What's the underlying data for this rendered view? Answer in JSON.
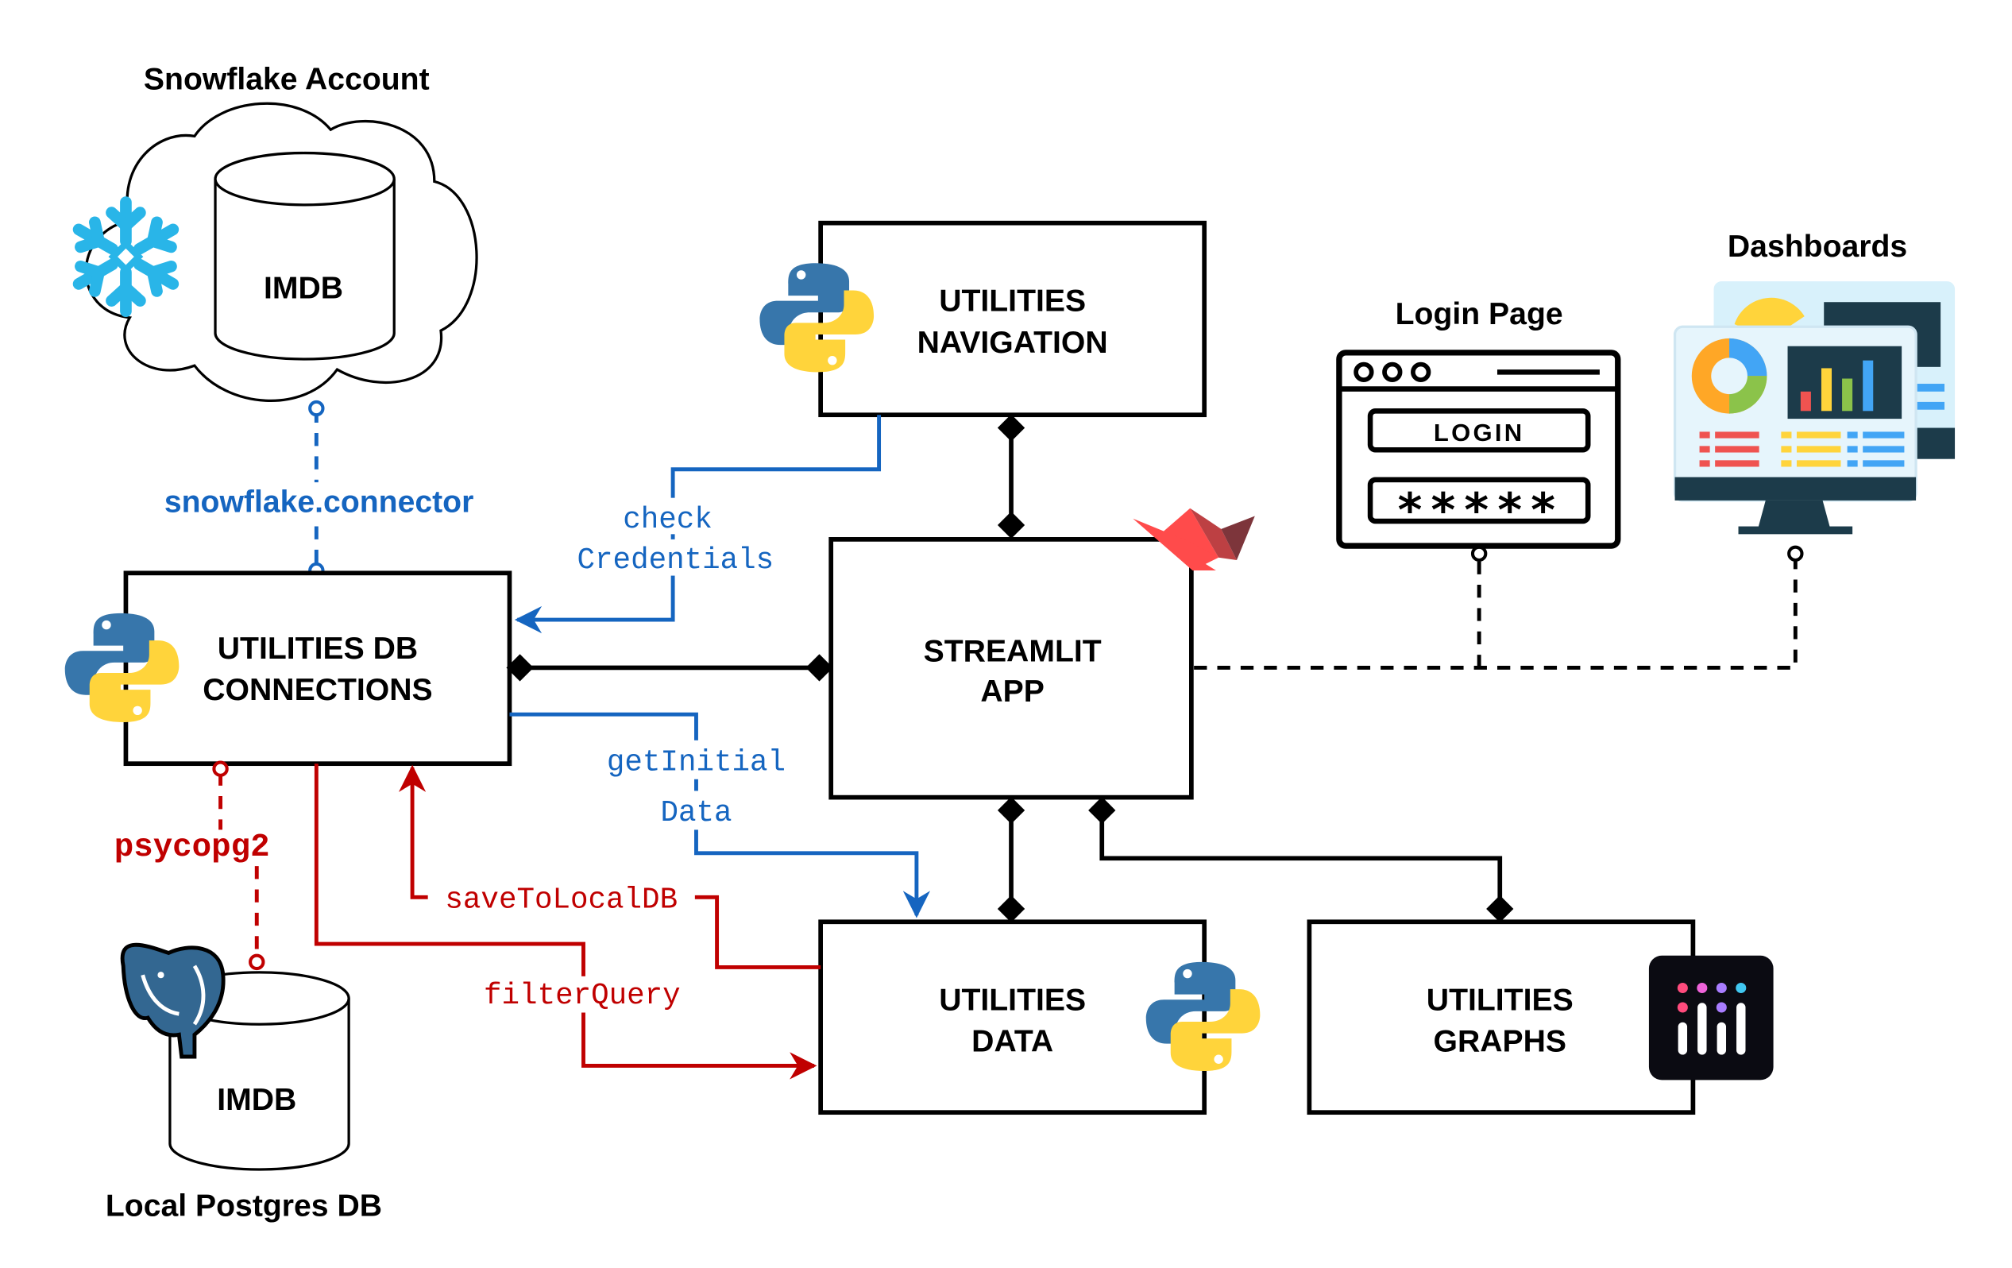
{
  "snowflake": {
    "title": "Snowflake Account",
    "db_label": "IMDB"
  },
  "postgres": {
    "title": "Local Postgres DB",
    "db_label": "IMDB"
  },
  "boxes": {
    "navigation": {
      "line1": "UTILITIES",
      "line2": "NAVIGATION"
    },
    "db_connections": {
      "line1": "UTILITIES DB",
      "line2": "CONNECTIONS"
    },
    "streamlit": {
      "line1": "STREAMLIT",
      "line2": "APP"
    },
    "data": {
      "line1": "UTILITIES",
      "line2": "DATA"
    },
    "graphs": {
      "line1": "UTILITIES",
      "line2": "GRAPHS"
    }
  },
  "login_page": {
    "title": "Login Page",
    "button": "LOGIN",
    "password": "*****"
  },
  "dashboards": {
    "title": "Dashboards"
  },
  "edges": {
    "snowflake_connector": "snowflake.connector",
    "psycopg2": "psycopg2",
    "check_credentials": [
      "check",
      "Credentials"
    ],
    "get_initial_data": [
      "getInitial",
      "Data"
    ],
    "save_to_local_db": "saveToLocalDB",
    "filter_query": "filterQuery"
  },
  "colors": {
    "blue_edge": "#1565c0",
    "red_edge": "#c00000",
    "snowflake_icon": "#29b5e8",
    "streamlit_red": "#ff4b4b",
    "python_blue": "#3776ab",
    "python_yellow": "#ffd43b",
    "postgres_blue": "#336791"
  },
  "icons": [
    "python-icon",
    "snowflake-icon",
    "streamlit-icon",
    "postgres-elephant-icon",
    "plotly-icon",
    "browser-window-icon",
    "monitor-dashboard-icon"
  ]
}
